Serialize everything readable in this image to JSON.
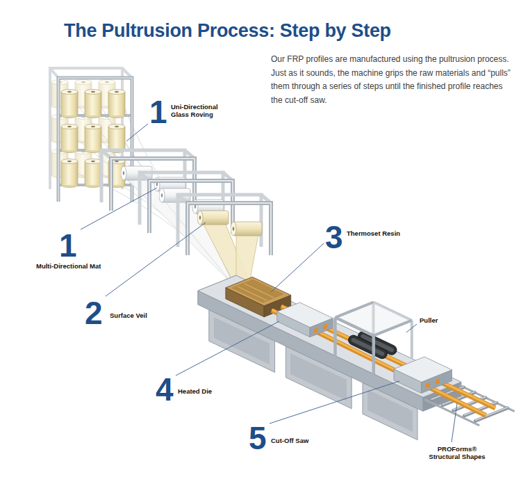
{
  "diagram": {
    "title": "The Pultrusion Process: Step by Step",
    "labels": [
      "1",
      "Uni-Directional Glass Roving",
      "1",
      "Multi-Directional Mat",
      "2",
      "Surface Veil",
      "3",
      "Thermoset Resin",
      "4",
      "Heated Die",
      "5",
      "Cut-Off Saw",
      "Puller",
      "PROForms® Structural Shapes",
      "Our FRP profiles are manufactured using the pultrusion process. Just as it sounds, the machine grips the raw materials and “pulls” them through a series of steps until the finished profile reaches the cut-off saw."
    ]
  }
}
